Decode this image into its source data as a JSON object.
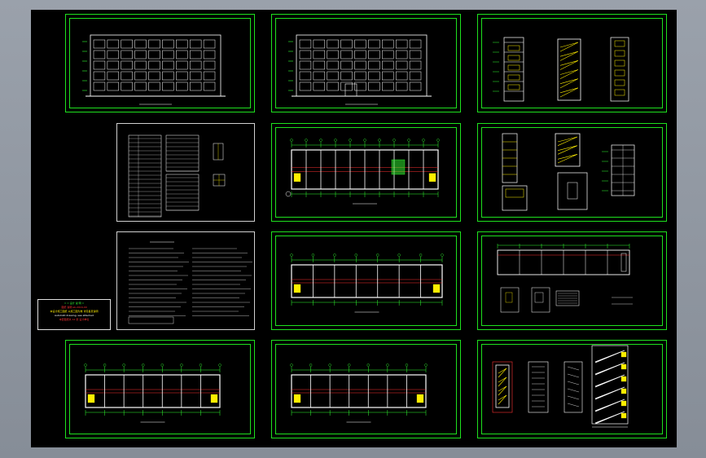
{
  "app": {
    "title_block": {
      "lines": [
        "= = 设计 说 明 =",
        "图纸 说明  ab-2016-09",
        "本设计施工图纸 以施工图为准 详见各页说明",
        "AutoCAD drawing, see attached",
        "本套图纸共 12 张 设计单位"
      ]
    }
  },
  "colors": {
    "background": "#000000",
    "sheet_border": "#1ee01e",
    "line_white": "#ffffff",
    "accent_red": "#ff3333",
    "accent_yellow": "#ffee00",
    "accent_green": "#33ff33",
    "accent_cyan": "#33ffff"
  },
  "sheets": [
    {
      "id": "front-elevation",
      "kind": "elevation"
    },
    {
      "id": "rear-elevation",
      "kind": "elevation"
    },
    {
      "id": "side-elevations",
      "kind": "elevation-side"
    },
    {
      "id": "door-window-schedule",
      "kind": "table"
    },
    {
      "id": "ground-floor-plan",
      "kind": "plan"
    },
    {
      "id": "stair-details",
      "kind": "detail"
    },
    {
      "id": "design-notes",
      "kind": "notes"
    },
    {
      "id": "standard-floor-plan",
      "kind": "plan"
    },
    {
      "id": "roof-plan",
      "kind": "roof"
    },
    {
      "id": "top-floor-plan",
      "kind": "plan"
    },
    {
      "id": "second-floor-plan",
      "kind": "plan"
    },
    {
      "id": "stair-sections",
      "kind": "section"
    }
  ]
}
